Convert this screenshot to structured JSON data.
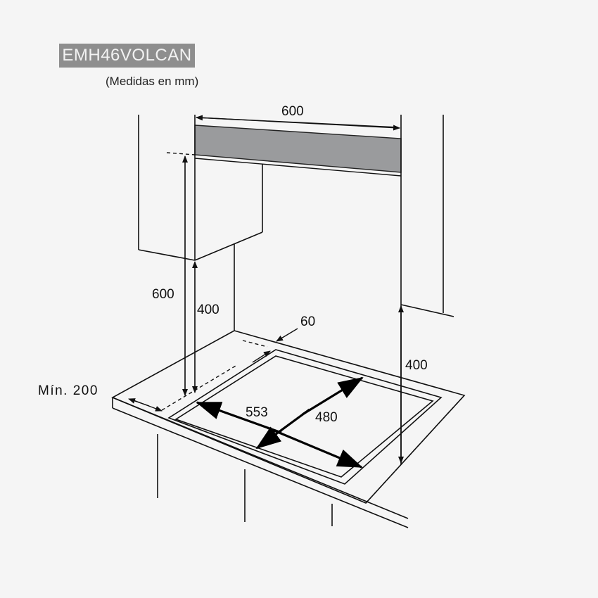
{
  "header": {
    "model": "EMH46VOLCAN",
    "units_note": "(Medidas en mm)"
  },
  "dimensions": {
    "hood_width": "600",
    "hood_height_from_counter": "600",
    "cabinet_clearance_left": "400",
    "cabinet_clearance_right": "400",
    "back_gap": "60",
    "side_min": "Mín. 200",
    "cutout_width": "553",
    "cutout_depth": "480"
  },
  "colors": {
    "background": "#f5f5f5",
    "badge_bg": "#8e8e8e",
    "hood_fill": "#9a9b9d",
    "line": "#111111"
  }
}
